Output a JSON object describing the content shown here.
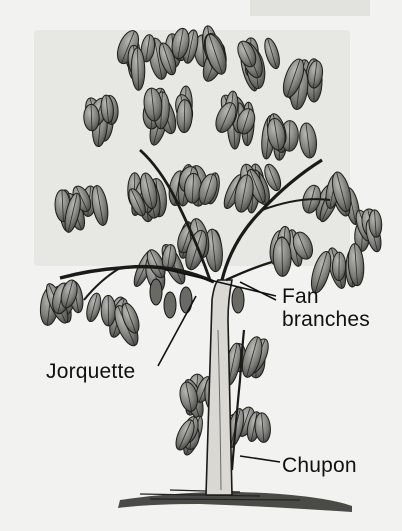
{
  "labels": {
    "fan_branches": [
      "Fan",
      "branches"
    ],
    "jorquette": "Jorquette",
    "chupon": "Chupon"
  },
  "colors": {
    "ink": "#111111",
    "leaf_fill": "#8b8b87",
    "leaf_dark": "#3e3e3b",
    "background": "#f2f2f0"
  }
}
